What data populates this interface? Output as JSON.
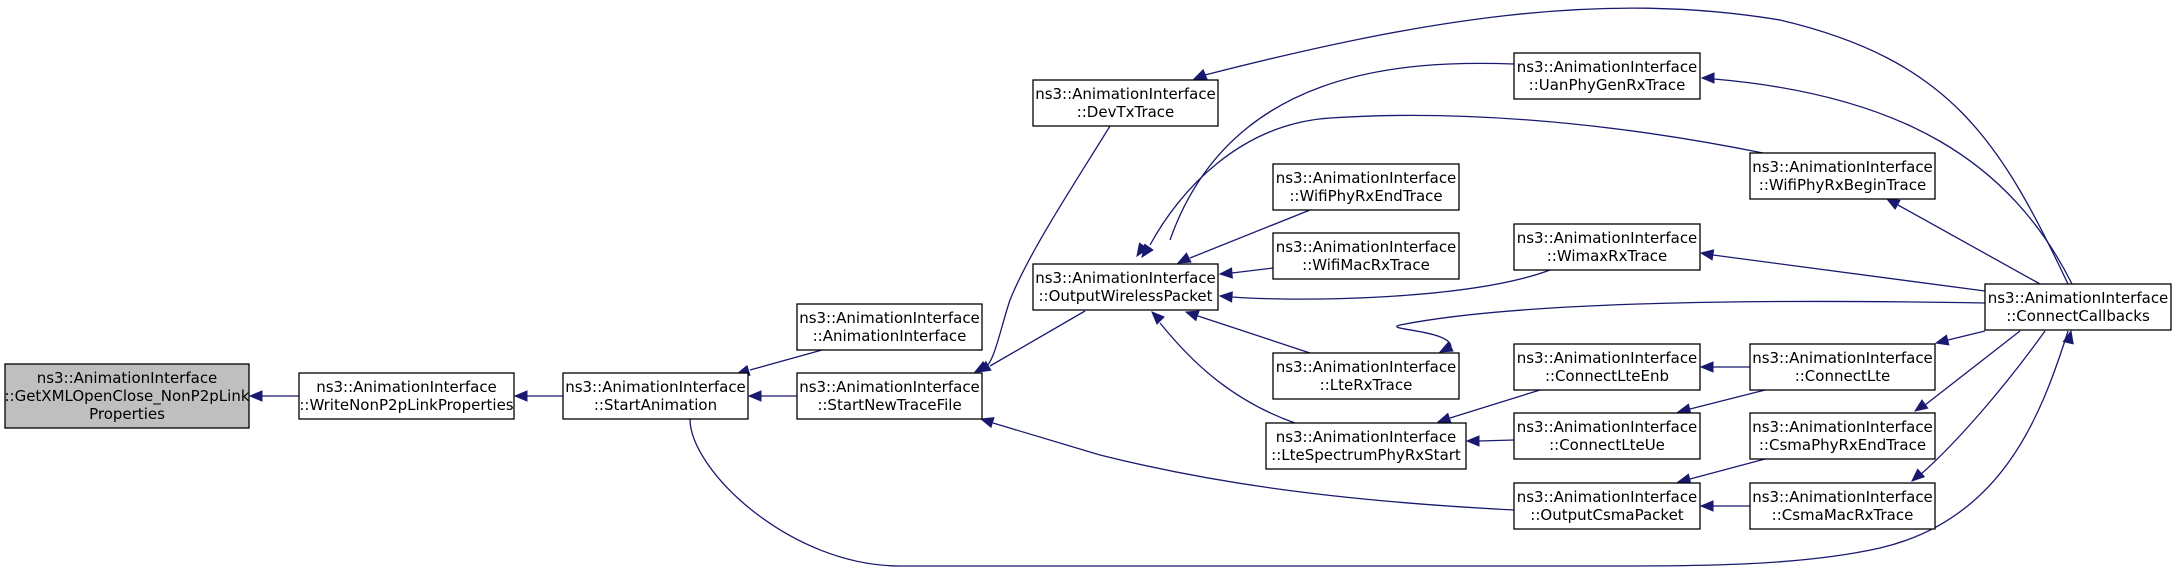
{
  "diagram": {
    "type": "call-graph",
    "edge_color": "#191970",
    "root_fill": "#bfbfbf",
    "node_fill": "#ffffff",
    "nodes": [
      {
        "id": "root",
        "lines": [
          "ns3::AnimationInterface",
          "::GetXMLOpenClose_NonP2pLink",
          "Properties"
        ],
        "root": true
      },
      {
        "id": "writeNonP2p",
        "lines": [
          "ns3::AnimationInterface",
          "::WriteNonP2pLinkProperties"
        ]
      },
      {
        "id": "startAnimation",
        "lines": [
          "ns3::AnimationInterface",
          "::StartAnimation"
        ]
      },
      {
        "id": "ctor",
        "lines": [
          "ns3::AnimationInterface",
          "::AnimationInterface"
        ]
      },
      {
        "id": "startNewTraceFile",
        "lines": [
          "ns3::AnimationInterface",
          "::StartNewTraceFile"
        ]
      },
      {
        "id": "devTxTrace",
        "lines": [
          "ns3::AnimationInterface",
          "::DevTxTrace"
        ]
      },
      {
        "id": "outputWirelessPacket",
        "lines": [
          "ns3::AnimationInterface",
          "::OutputWirelessPacket"
        ]
      },
      {
        "id": "wifiPhyRxEndTrace",
        "lines": [
          "ns3::AnimationInterface",
          "::WifiPhyRxEndTrace"
        ]
      },
      {
        "id": "wifiMacRxTrace",
        "lines": [
          "ns3::AnimationInterface",
          "::WifiMacRxTrace"
        ]
      },
      {
        "id": "lteRxTrace",
        "lines": [
          "ns3::AnimationInterface",
          "::LteRxTrace"
        ]
      },
      {
        "id": "lteSpectrumPhyRxStart",
        "lines": [
          "ns3::AnimationInterface",
          "::LteSpectrumPhyRxStart"
        ]
      },
      {
        "id": "uanPhyGenRxTrace",
        "lines": [
          "ns3::AnimationInterface",
          "::UanPhyGenRxTrace"
        ]
      },
      {
        "id": "wimaxRxTrace",
        "lines": [
          "ns3::AnimationInterface",
          "::WimaxRxTrace"
        ]
      },
      {
        "id": "connectLteEnb",
        "lines": [
          "ns3::AnimationInterface",
          "::ConnectLteEnb"
        ]
      },
      {
        "id": "connectLteUe",
        "lines": [
          "ns3::AnimationInterface",
          "::ConnectLteUe"
        ]
      },
      {
        "id": "outputCsmaPacket",
        "lines": [
          "ns3::AnimationInterface",
          "::OutputCsmaPacket"
        ]
      },
      {
        "id": "wifiPhyRxBeginTrace",
        "lines": [
          "ns3::AnimationInterface",
          "::WifiPhyRxBeginTrace"
        ]
      },
      {
        "id": "connectLte",
        "lines": [
          "ns3::AnimationInterface",
          "::ConnectLte"
        ]
      },
      {
        "id": "csmaPhyRxEndTrace",
        "lines": [
          "ns3::AnimationInterface",
          "::CsmaPhyRxEndTrace"
        ]
      },
      {
        "id": "csmaMacRxTrace",
        "lines": [
          "ns3::AnimationInterface",
          "::CsmaMacRxTrace"
        ]
      },
      {
        "id": "connectCallbacks",
        "lines": [
          "ns3::AnimationInterface",
          "::ConnectCallbacks"
        ]
      }
    ],
    "edges": [
      {
        "from": "writeNonP2p",
        "to": "root"
      },
      {
        "from": "startAnimation",
        "to": "writeNonP2p"
      },
      {
        "from": "ctor",
        "to": "startAnimation"
      },
      {
        "from": "startNewTraceFile",
        "to": "startAnimation"
      },
      {
        "from": "connectCallbacks",
        "to": "startAnimation"
      },
      {
        "from": "devTxTrace",
        "to": "startNewTraceFile"
      },
      {
        "from": "outputWirelessPacket",
        "to": "startNewTraceFile"
      },
      {
        "from": "outputCsmaPacket",
        "to": "startNewTraceFile"
      },
      {
        "from": "connectCallbacks",
        "to": "devTxTrace"
      },
      {
        "from": "uanPhyGenRxTrace",
        "to": "outputWirelessPacket"
      },
      {
        "from": "wifiPhyRxBeginTrace",
        "to": "outputWirelessPacket"
      },
      {
        "from": "wifiPhyRxEndTrace",
        "to": "outputWirelessPacket"
      },
      {
        "from": "wifiMacRxTrace",
        "to": "outputWirelessPacket"
      },
      {
        "from": "wimaxRxTrace",
        "to": "outputWirelessPacket"
      },
      {
        "from": "lteRxTrace",
        "to": "outputWirelessPacket"
      },
      {
        "from": "lteSpectrumPhyRxStart",
        "to": "outputWirelessPacket"
      },
      {
        "from": "connectCallbacks",
        "to": "uanPhyGenRxTrace"
      },
      {
        "from": "connectCallbacks",
        "to": "wifiPhyRxBeginTrace"
      },
      {
        "from": "connectCallbacks",
        "to": "wimaxRxTrace"
      },
      {
        "from": "connectCallbacks",
        "to": "lteRxTrace"
      },
      {
        "from": "connectLteEnb",
        "to": "lteSpectrumPhyRxStart"
      },
      {
        "from": "connectLteUe",
        "to": "lteSpectrumPhyRxStart"
      },
      {
        "from": "connectLte",
        "to": "connectLteEnb"
      },
      {
        "from": "connectLte",
        "to": "connectLteUe"
      },
      {
        "from": "connectCallbacks",
        "to": "connectLte"
      },
      {
        "from": "csmaPhyRxEndTrace",
        "to": "outputCsmaPacket"
      },
      {
        "from": "csmaMacRxTrace",
        "to": "outputCsmaPacket"
      },
      {
        "from": "connectCallbacks",
        "to": "csmaPhyRxEndTrace"
      },
      {
        "from": "connectCallbacks",
        "to": "csmaMacRxTrace"
      }
    ]
  }
}
